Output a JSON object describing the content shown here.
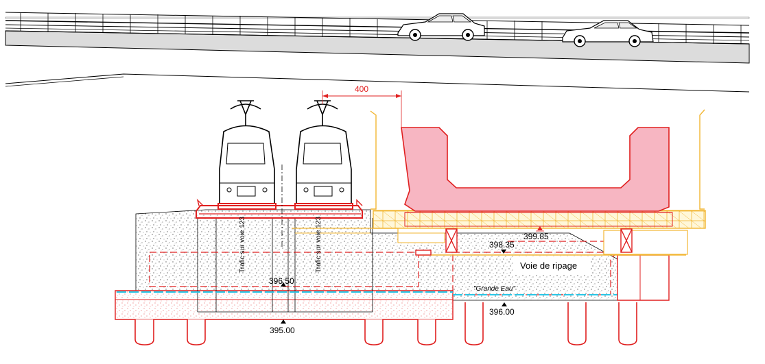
{
  "colors": {
    "red": "#e02020",
    "pink_fill": "#f7b6c2",
    "yellow": "#f2b632",
    "cyan": "#29c6e6",
    "black": "#000000",
    "gray": "#777777"
  },
  "labels": {
    "dim_400": "400",
    "elev_399_85": "399.85",
    "elev_398_35": "398.35",
    "elev_396_50": "396.50",
    "elev_396_00": "396.00",
    "elev_395_00": "395.00",
    "voie_ripage": "Voie de ripage",
    "grande_eau": "\"Grande Eau\"",
    "track_123": "Trafic sur voie 123"
  },
  "icons": {
    "train": "locomotive-front-icon",
    "car": "car-side-icon",
    "elevation": "elevation-marker-icon"
  }
}
